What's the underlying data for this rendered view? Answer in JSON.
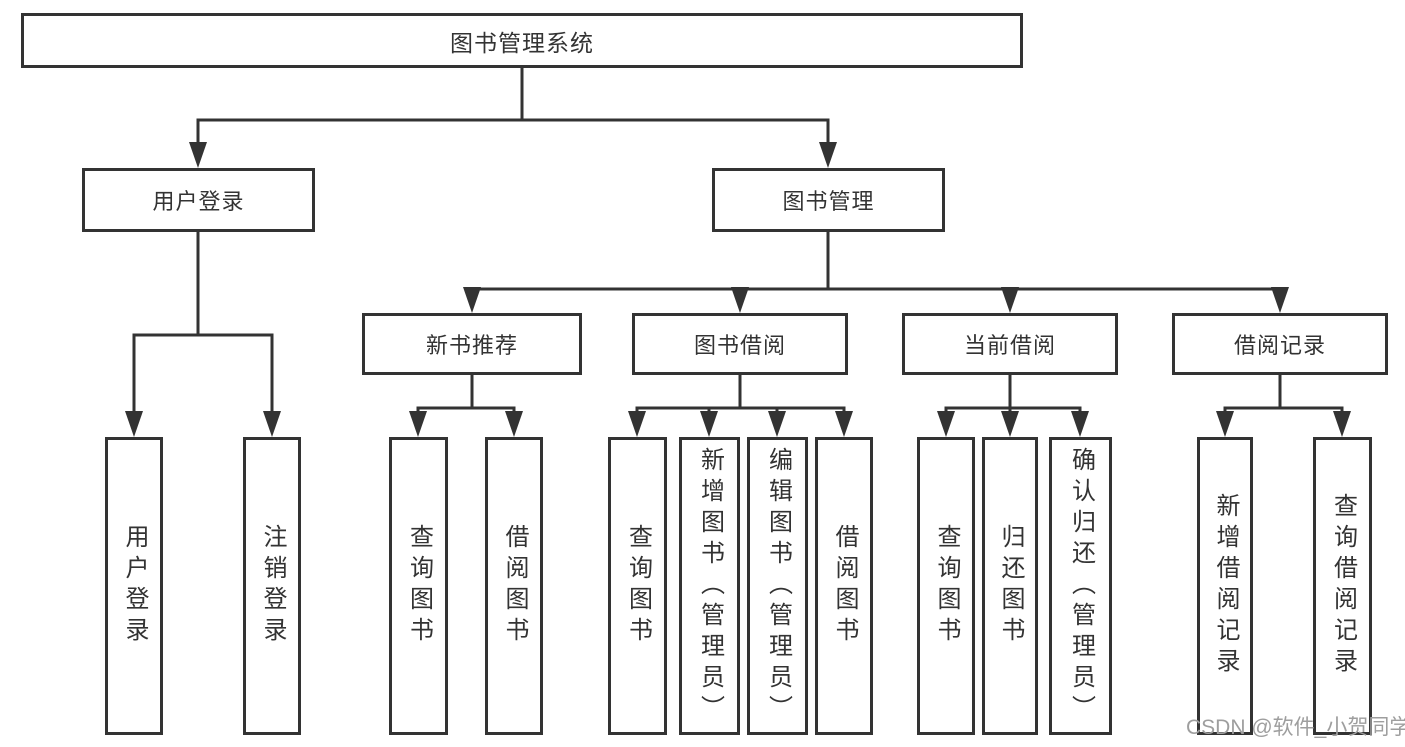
{
  "diagram": {
    "title_hint": "library management system functional structure",
    "root": "图书管理系统",
    "branches": [
      {
        "label": "用户登录",
        "children": [
          "用户登录",
          "注销登录"
        ]
      },
      {
        "label": "图书管理",
        "children": [
          {
            "label": "新书推荐",
            "children": [
              "查询图书",
              "借阅图书"
            ]
          },
          {
            "label": "图书借阅",
            "children": [
              "查询图书",
              "新增图书（管理员）",
              "编辑图书（管理员）",
              "借阅图书"
            ]
          },
          {
            "label": "当前借阅",
            "children": [
              "查询图书",
              "归还图书",
              "确认归还（管理员）"
            ]
          },
          {
            "label": "借阅记录",
            "children": [
              "新增借阅记录",
              "查询借阅记录"
            ]
          }
        ]
      }
    ]
  },
  "watermark": "CSDN @软件_小贺同学",
  "colors": {
    "line": "#333333",
    "box_border": "#333333",
    "text": "#333333",
    "watermark": "#9e9e9e",
    "background": "#ffffff"
  }
}
